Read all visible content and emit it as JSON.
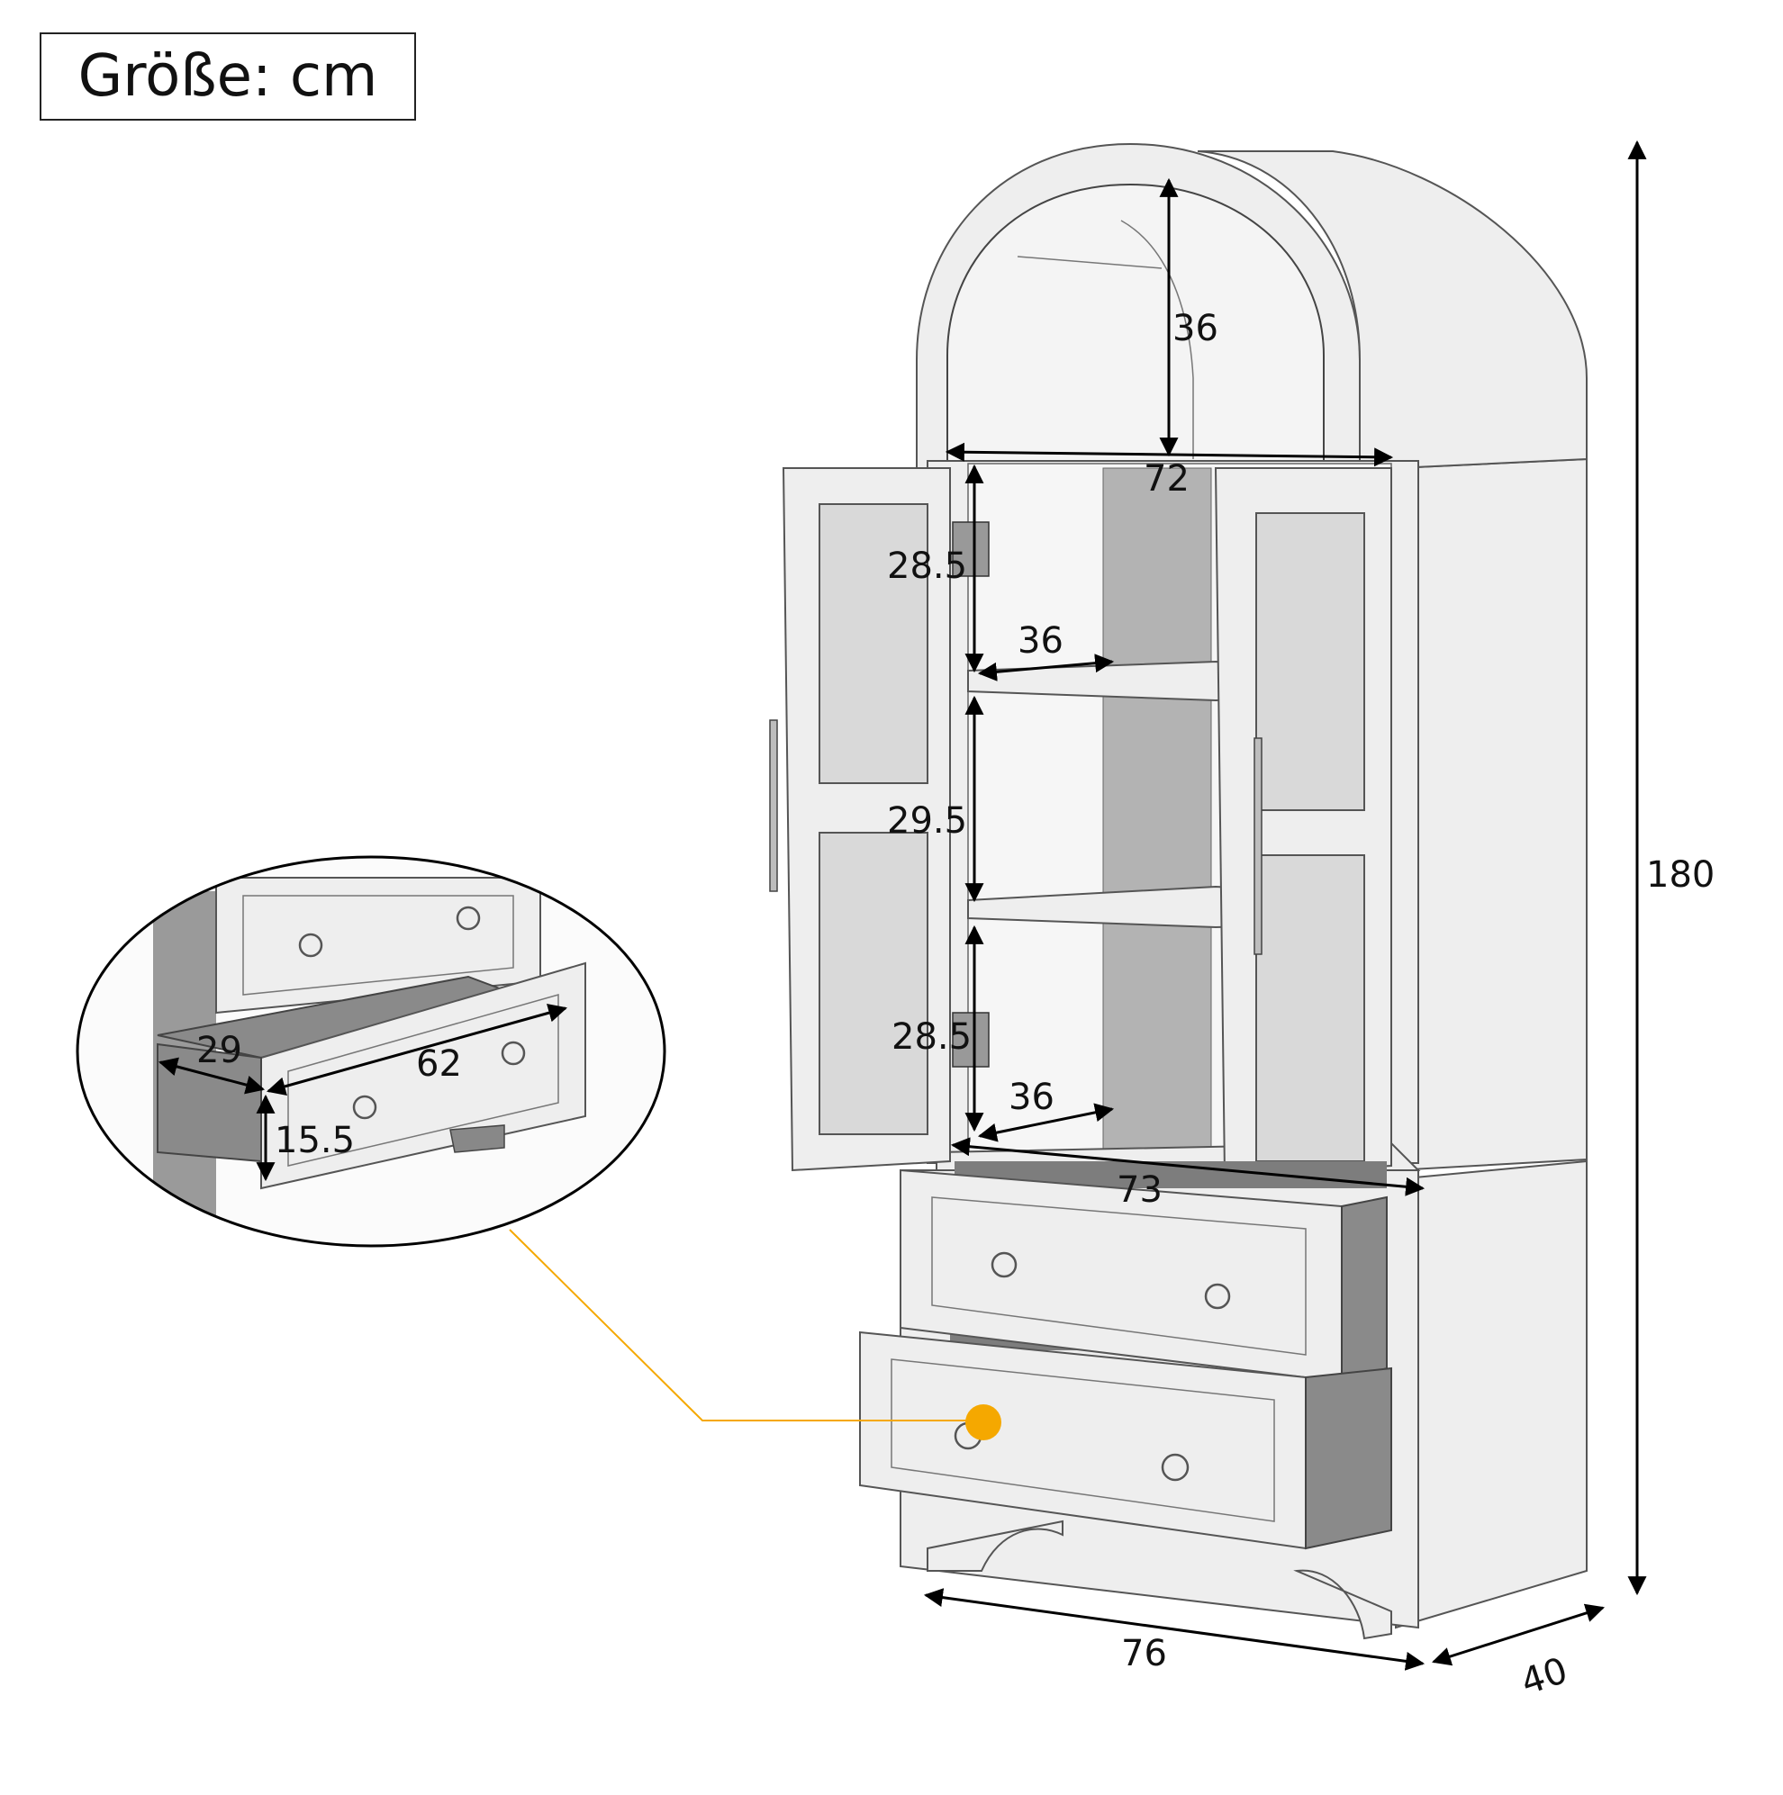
{
  "size_label": "Größe: cm",
  "dimensions": {
    "total_height": "180",
    "width": "76",
    "depth": "40",
    "arch_height": "36",
    "arch_width": "72",
    "upper_shelf_height": "28.5",
    "upper_shelf_depth": "36",
    "middle_shelf_height": "29.5",
    "lower_shelf_height": "28.5",
    "lower_shelf_depth": "36",
    "cabinet_inner_width": "73"
  },
  "drawer_detail": {
    "depth": "29",
    "width": "62",
    "height": "15.5"
  },
  "colors": {
    "callout_accent": "#f5a800"
  }
}
